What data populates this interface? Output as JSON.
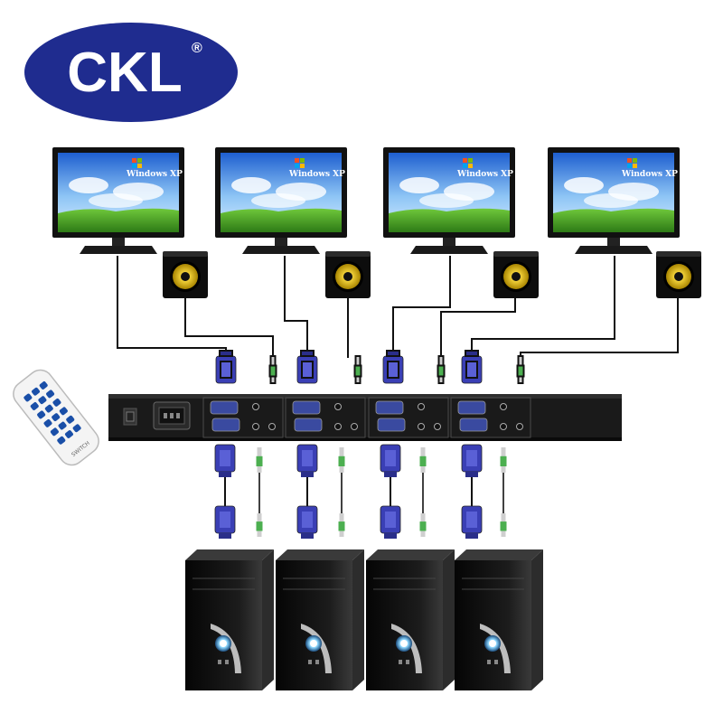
{
  "logo": {
    "text": "CKL",
    "registered_mark": "®",
    "brand_color": "#1f2c8f"
  },
  "monitor_screen": {
    "label": "Windows XP"
  },
  "remote": {
    "label": "SWITCH"
  },
  "counts": {
    "monitors": 4,
    "speakers": 4,
    "computers": 4,
    "vga_ports_out": 4,
    "vga_ports_in": 4
  },
  "icons": {
    "monitor": "monitor-icon",
    "speaker": "speaker-icon",
    "computer": "computer-tower-icon",
    "vga_plug": "vga-plug-icon",
    "audio_plug": "audio-jack-icon",
    "remote": "remote-control-icon",
    "switch_box": "kvm-switch-box",
    "power_socket": "power-socket-icon",
    "power_button": "power-button-icon"
  },
  "colors": {
    "plug_blue": "#3a3fb5",
    "audio_green": "#4caf50",
    "cable": "#111111",
    "switch_body": "#1a1a1a",
    "speaker_cone": "#e6c21a"
  }
}
